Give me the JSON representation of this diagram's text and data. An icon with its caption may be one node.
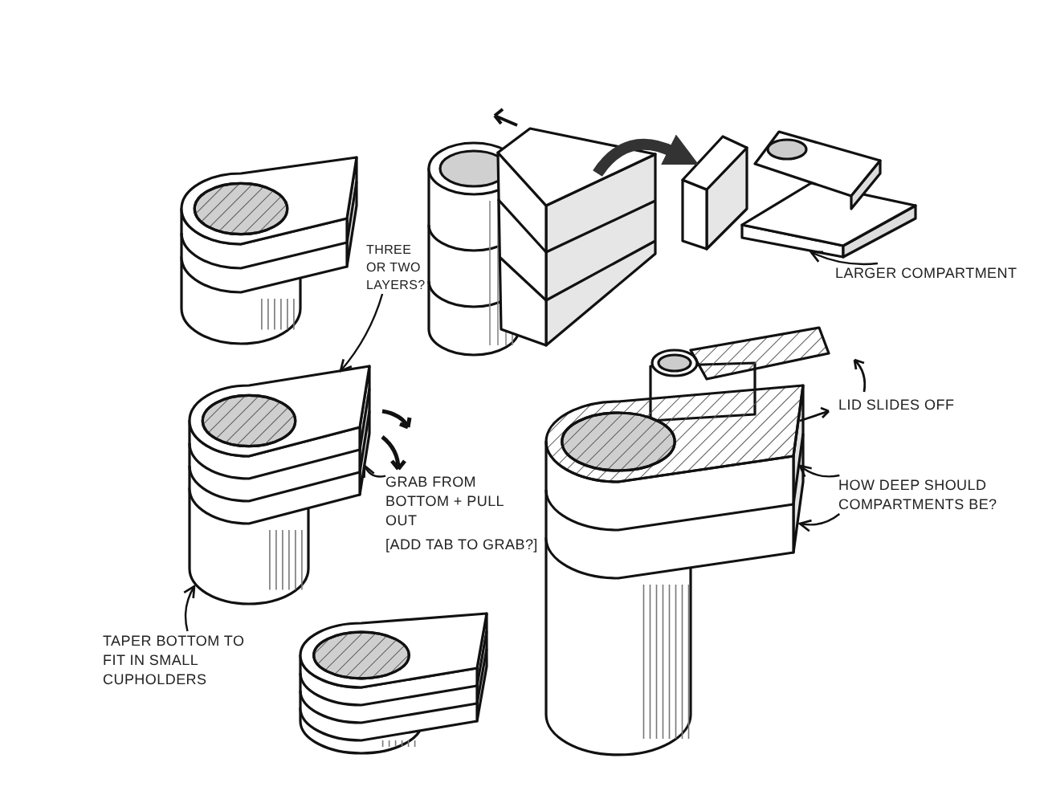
{
  "diagram": {
    "nodes": [
      {
        "text": [],
        "shape": "picture"
      },
      {
        "text": [],
        "shape": "picture"
      },
      {
        "text": [],
        "shape": "picture"
      },
      {
        "text": [],
        "shape": "picture"
      },
      {
        "text": [],
        "shape": "picture"
      },
      {
        "text": [],
        "shape": "picture"
      },
      {
        "text": [
          "THREE OR TWO LAYERS?"
        ]
      },
      {
        "text": [
          "GRAB FROM BOTTOM + PULL OUT",
          "[ADD TAB TO GRAB?]"
        ]
      },
      {
        "text": [
          "LARGER COMPARTMENT"
        ]
      },
      {
        "text": [
          "LID SLIDES OFF"
        ]
      },
      {
        "text": [
          "HOW DEEP SHOULD COMPARTMENTS BE?"
        ]
      },
      {
        "text": [
          "TAPER BOTTOM TO FIT IN SMALL CUPHOLDERS"
        ]
      }
    ],
    "edges": [
      {
        "from": 6,
        "to": 3,
        "arrow": "to"
      },
      {
        "from": 7,
        "to": 3,
        "arrow": "to"
      },
      {
        "from": 8,
        "to": 2,
        "arrow": "to"
      },
      {
        "from": 10,
        "to": 5,
        "arrow": "to"
      },
      {
        "from": 10,
        "to": 5,
        "arrow": "to"
      },
      {
        "from": 11,
        "to": 3,
        "arrow": "to"
      },
      {
        "from": 1,
        "to": 2,
        "arrow": "to",
        "style": "thick"
      }
    ]
  }
}
